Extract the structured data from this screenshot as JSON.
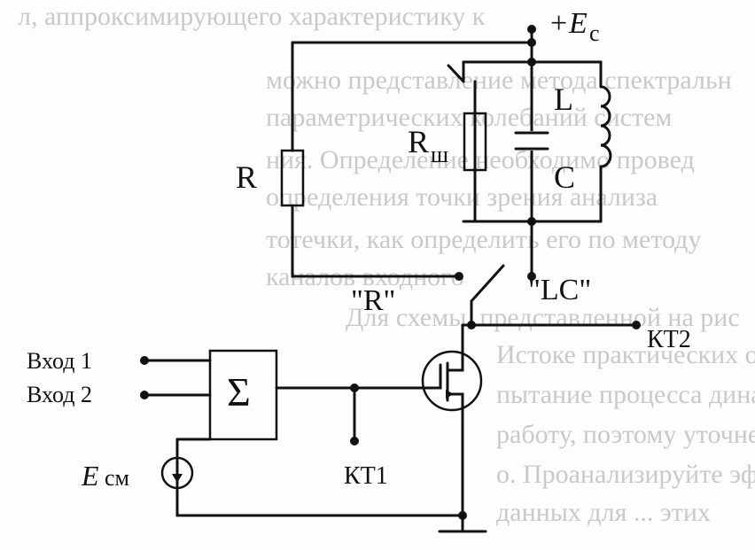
{
  "labels": {
    "supply_plus": "+",
    "supply_E": "E",
    "supply_sub": "c",
    "resistor_R": "R",
    "shunt_R": "R",
    "shunt_sub": "ш",
    "inductor": "L",
    "capacitor": "C",
    "switch_R": "\"R\"",
    "switch_LC": "\"LC\"",
    "input1": "Вход 1",
    "input2": "Вход 2",
    "summer": "Σ",
    "bias_E": "E",
    "bias_sub": "см",
    "kt1": "КТ1",
    "kt2": "КТ2"
  },
  "background_text": [
    "л, аппроксимирующего характеристику к",
    "можно представление метода спектральн",
    "параметрических колебаний систем",
    "ния. Определение необходимо провед",
    "определения точки зрения анализа",
    "тотечки, как определить его по методу",
    "каналов входного",
    "Для схемы, представленной на рис",
    "Истоке практических особенностей",
    "пытание процесса динамики выходной",
    "работу, поэтому уточнение полного",
    "о. Проанализируйте эффекты",
    "данных для ... этих"
  ]
}
